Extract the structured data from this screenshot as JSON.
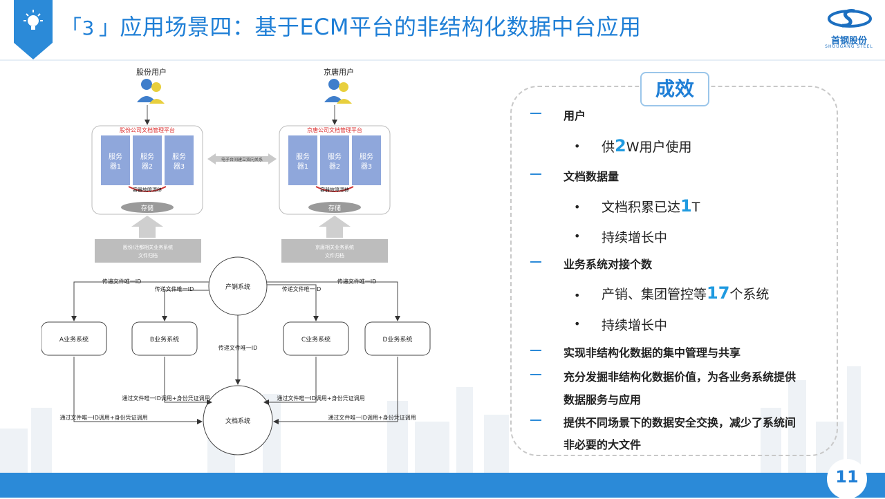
{
  "header": {
    "number": "3",
    "title": "应用场景四：基于ECM平台的非结构化数据中台应用"
  },
  "logo": {
    "cn": "首钢股份",
    "en": "SHOUGANG STEEL"
  },
  "page_number": "11",
  "diagram": {
    "user_left": "股份用户",
    "user_right": "京唐用户",
    "platform_left": "股份公司文档管理平台",
    "platform_right": "京唐公司文档管理平台",
    "server1": "服务器1",
    "server2": "服务器2",
    "server3": "服务器3",
    "failover": "容器故障漂移",
    "storage": "存储",
    "link": "电子台间建立双向关系",
    "source_left": "股份/迁都相关业务系统\n文件归档",
    "source_right": "京唐相关业务系统\n文件归档",
    "center_top": "产销系统",
    "center_bottom": "文档系统",
    "sys_a": "A业务系统",
    "sys_b": "B业务系统",
    "sys_c": "C业务系统",
    "sys_d": "D业务系统",
    "pass_id": "传递文件唯一ID",
    "call_a": "通过文件唯一ID调用+身份凭证调用"
  },
  "panel": {
    "title": "成效",
    "items": [
      {
        "label": "用户"
      },
      {
        "label": "文档数据量"
      },
      {
        "label": "业务系统对接个数"
      },
      {
        "label": "实现非结构化数据的集中管理与共享"
      },
      {
        "label": "充分发掘非结构化数据价值，为各业务系统提供"
      },
      {
        "label": "数据服务与应用"
      },
      {
        "label": "提供不同场景下的数据安全交换，减少了系统间"
      },
      {
        "label": "非必要的大文件"
      }
    ],
    "sub1": {
      "pre": "供",
      "hl": "2",
      "post": "W用户使用"
    },
    "sub2": {
      "pre": "文档积累已达",
      "hl": "1",
      "post": "T"
    },
    "sub3": {
      "text": "持续增长中"
    },
    "sub4": {
      "pre": "产销、集团管控等",
      "hl": "17",
      "post": "个系统"
    },
    "sub5": {
      "text": "持续增长中"
    },
    "bullet": "•"
  },
  "colors": {
    "accent": "#2b8ad8",
    "highlight": "#1f9ae0",
    "server": "#8fa7db"
  }
}
